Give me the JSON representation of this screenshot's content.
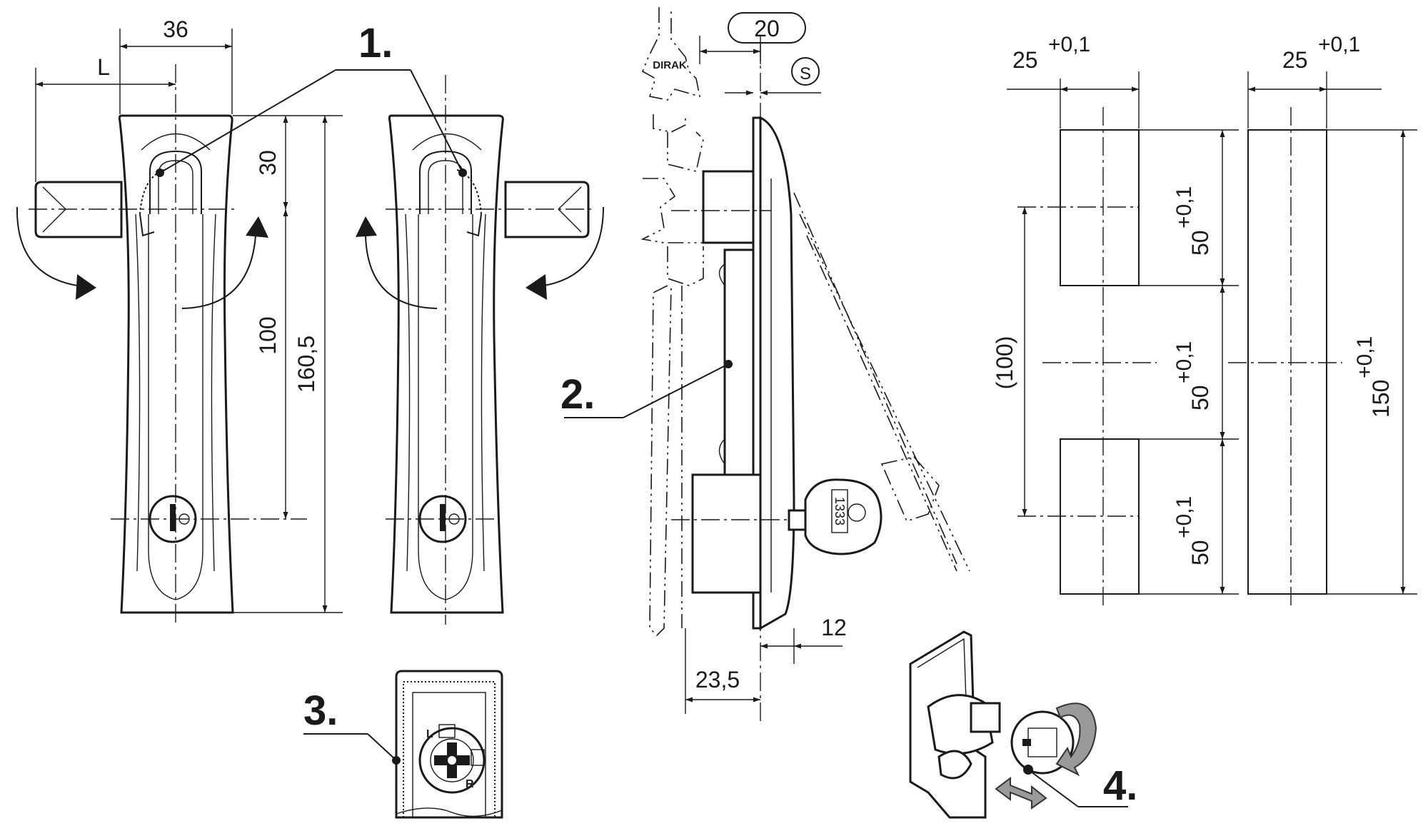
{
  "dimensions": {
    "handle_width": "36",
    "offset_l": "L",
    "top_to_center": "30",
    "center_to_lock": "100",
    "overall_height": "160,5",
    "side_depth_top": "20",
    "side_symbol": "S",
    "side_thickness": "12",
    "side_depth_bottom": "23,5",
    "cutout_width_a": "25",
    "cutout_width_b": "25",
    "cutout_height_1": "50",
    "cutout_height_2": "50",
    "cutout_height_3": "50",
    "cutout_pitch": "(100)",
    "cutout_total": "150",
    "tolerance": "+0,1"
  },
  "callouts": {
    "one": "1.",
    "two": "2.",
    "three": "3.",
    "four": "4."
  },
  "markings": {
    "brand": "DIRAK",
    "key_code": "1333",
    "left_mark": "L",
    "right_mark": "R"
  }
}
